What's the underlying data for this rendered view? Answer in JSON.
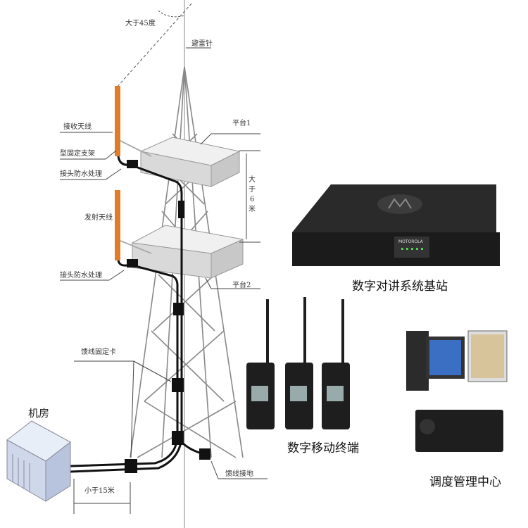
{
  "tower": {
    "angle_label": "大于45度",
    "lightning_rod": "避雷针",
    "rx_antenna": "接收天线",
    "platform1": "平台1",
    "bracket": "型固定支架",
    "waterproof1": "接头防水处理",
    "spacing": [
      "大",
      "于",
      "6",
      "米"
    ],
    "tx_antenna": "发射天线",
    "waterproof2": "接头防水处理",
    "platform2": "平台2",
    "feeder_clamp": "馈线固定卡",
    "machine_room": "机房",
    "distance": "小于15米",
    "feeder_ground": "馈线接地"
  },
  "devices": {
    "base_station": "数字对讲系统基站",
    "terminals": "数字移动终端",
    "dispatch": "调度管理中心",
    "brand": "MOTOROLA"
  },
  "colors": {
    "antenna": "#e07b2a",
    "platform": "#d9d9d9",
    "device": "#1e1e1e"
  }
}
